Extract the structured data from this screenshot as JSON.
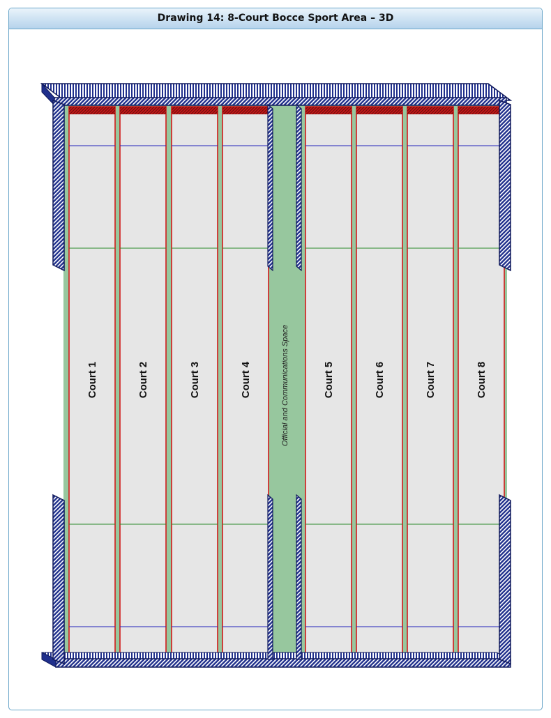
{
  "title": "Drawing 14: 8-Court Bocce Sport Area – 3D",
  "courts": [
    {
      "label": "Court 1"
    },
    {
      "label": "Court 2"
    },
    {
      "label": "Court 3"
    },
    {
      "label": "Court 4"
    },
    {
      "label": "Court 5"
    },
    {
      "label": "Court 6"
    },
    {
      "label": "Court 7"
    },
    {
      "label": "Court 8"
    }
  ],
  "official_space": {
    "label": "Official and Communications Space"
  },
  "colors": {
    "wall_fill": "#1f2f8c",
    "wall_dark": "#101a5c",
    "aisle_green": "#97c79e",
    "court_surface": "#e6e6e6",
    "boundary_red": "#d11a1a",
    "line_blue": "#2222bb",
    "line_green": "#2a8a2a"
  }
}
